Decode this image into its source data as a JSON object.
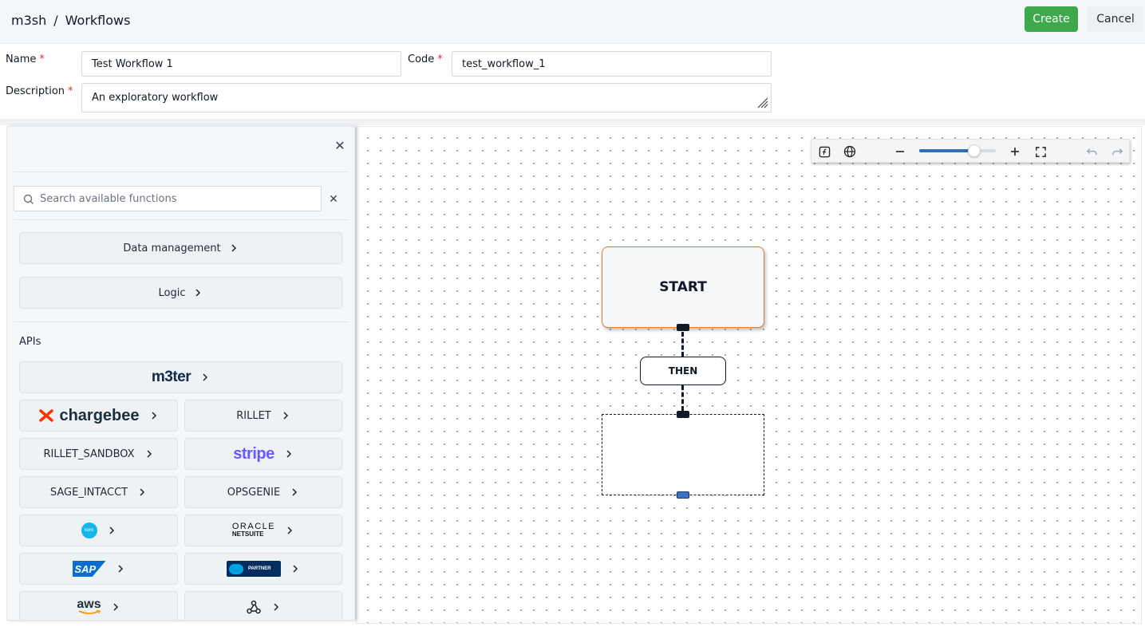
{
  "header": {
    "breadcrumb": [
      "m3sh",
      "Workflows"
    ],
    "separator": "/",
    "create_label": "Create",
    "cancel_label": "Cancel"
  },
  "form": {
    "name_label": "Name",
    "name_value": "Test Workflow 1",
    "code_label": "Code",
    "code_value": "test_workflow_1",
    "description_label": "Description",
    "description_value": "An exploratory workflow",
    "required_mark": "*"
  },
  "panel": {
    "search_placeholder": "Search available functions",
    "categories": [
      "Data management",
      "Logic"
    ],
    "apis_label": "APIs",
    "apis": [
      {
        "label": "m3ter",
        "kind": "logo"
      },
      {
        "label": "chargebee",
        "kind": "logo"
      },
      {
        "label": "RILLET",
        "kind": "text"
      },
      {
        "label": "RILLET_SANDBOX",
        "kind": "text"
      },
      {
        "label": "stripe",
        "kind": "logo"
      },
      {
        "label": "SAGE_INTACCT",
        "kind": "text"
      },
      {
        "label": "OPSGENIE",
        "kind": "text"
      },
      {
        "label": "xero",
        "kind": "logo"
      },
      {
        "label": "ORACLE",
        "sub": "NETSUITE",
        "kind": "logo"
      },
      {
        "label": "SAP",
        "kind": "logo"
      },
      {
        "label": "PARTNER",
        "kind": "logo"
      },
      {
        "label": "aws",
        "kind": "logo"
      },
      {
        "label": "webhook",
        "kind": "icon"
      }
    ]
  },
  "canvas": {
    "start_label": "START",
    "then_label": "THEN",
    "zoom_level": 0.72
  },
  "colors": {
    "create": "#3fa84a",
    "start_border": "#e07b2a",
    "accent_blue": "#2f6db5",
    "stripe": "#635bff",
    "chargebee": "#ff3300"
  }
}
